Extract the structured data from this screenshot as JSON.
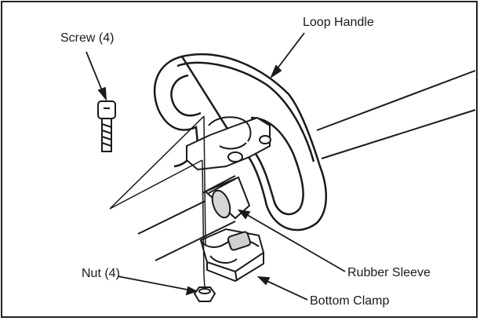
{
  "labels": {
    "loop_handle": "Loop Handle",
    "screw": "Screw (4)",
    "nut": "Nut (4)",
    "rubber_sleeve": "Rubber Sleeve",
    "bottom_clamp": "Bottom Clamp"
  },
  "colors": {
    "line": "#1a1a1a",
    "background": "#ffffff",
    "shade": "#b8b8b8"
  }
}
